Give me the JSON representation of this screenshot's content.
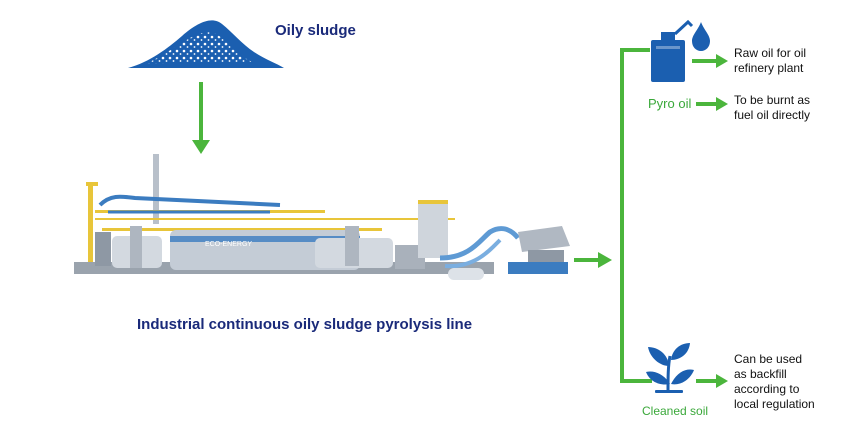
{
  "inputs": {
    "sludge_label": "Oily sludge"
  },
  "machine": {
    "caption": "Industrial continuous oily sludge pyrolysis line",
    "brand": "ECO-ENERGY"
  },
  "outputs": {
    "pyro_oil_label": "Pyro oil",
    "raw_oil_line1": "Raw oil for oil",
    "raw_oil_line2": "refinery plant",
    "fuel_line1": "To be burnt as",
    "fuel_line2": "fuel oil directly",
    "cleaned_soil_label": "Cleaned soil",
    "soil_line1": "Can be used",
    "soil_line2": "as backfill",
    "soil_line3": "according to",
    "soil_line4": "local regulation"
  },
  "colors": {
    "arrow_green": "#4bb53c",
    "navy": "#1a2a7a",
    "icon_blue": "#1b5fb0",
    "machine_steel": "#c4ccd6",
    "machine_yellow": "#e8c53a",
    "machine_blue": "#3b7cc0"
  },
  "icons": [
    "sludge-pile-icon",
    "oil-can-icon",
    "oil-drop-icon",
    "plant-sprout-icon"
  ]
}
